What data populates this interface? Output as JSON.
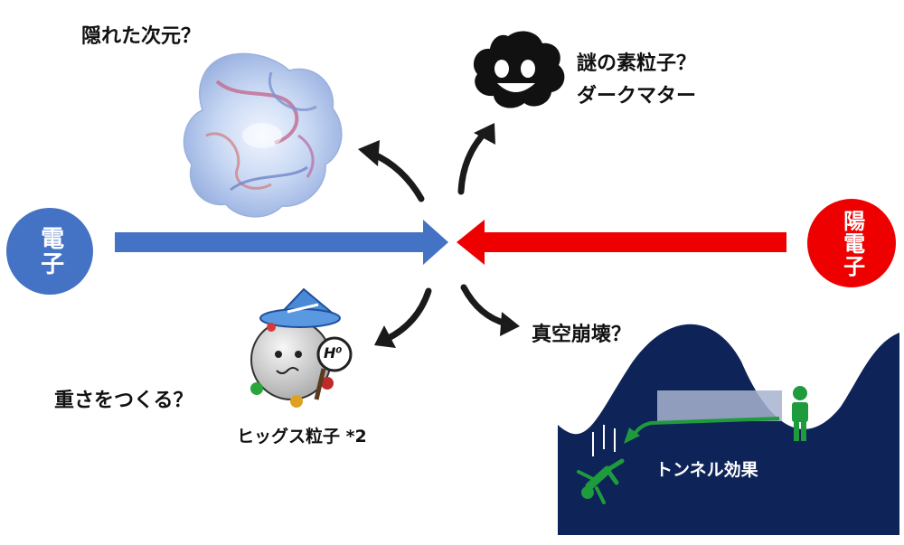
{
  "particles": {
    "electron": {
      "label": "電子",
      "color": "#4472C4"
    },
    "positron": {
      "label": "陽電子",
      "color": "#EE0000"
    }
  },
  "outcomes": {
    "hidden_dimension": "隠れた次元？",
    "dark_matter": {
      "line1": "謎の素粒子？",
      "line2": "ダークマター"
    },
    "vacuum_decay": "真空崩壊？",
    "mass_origin": "重さをつくる？",
    "higgs": {
      "caption": "ヒッグス粒子 *2",
      "sign": "H⁰"
    },
    "tunnel": "トンネル効果"
  },
  "colors": {
    "arrow_dark": "#1A1A1A",
    "landscape": "#0E2357",
    "band": "#A7B3CF",
    "person": "#1E9B3C"
  }
}
